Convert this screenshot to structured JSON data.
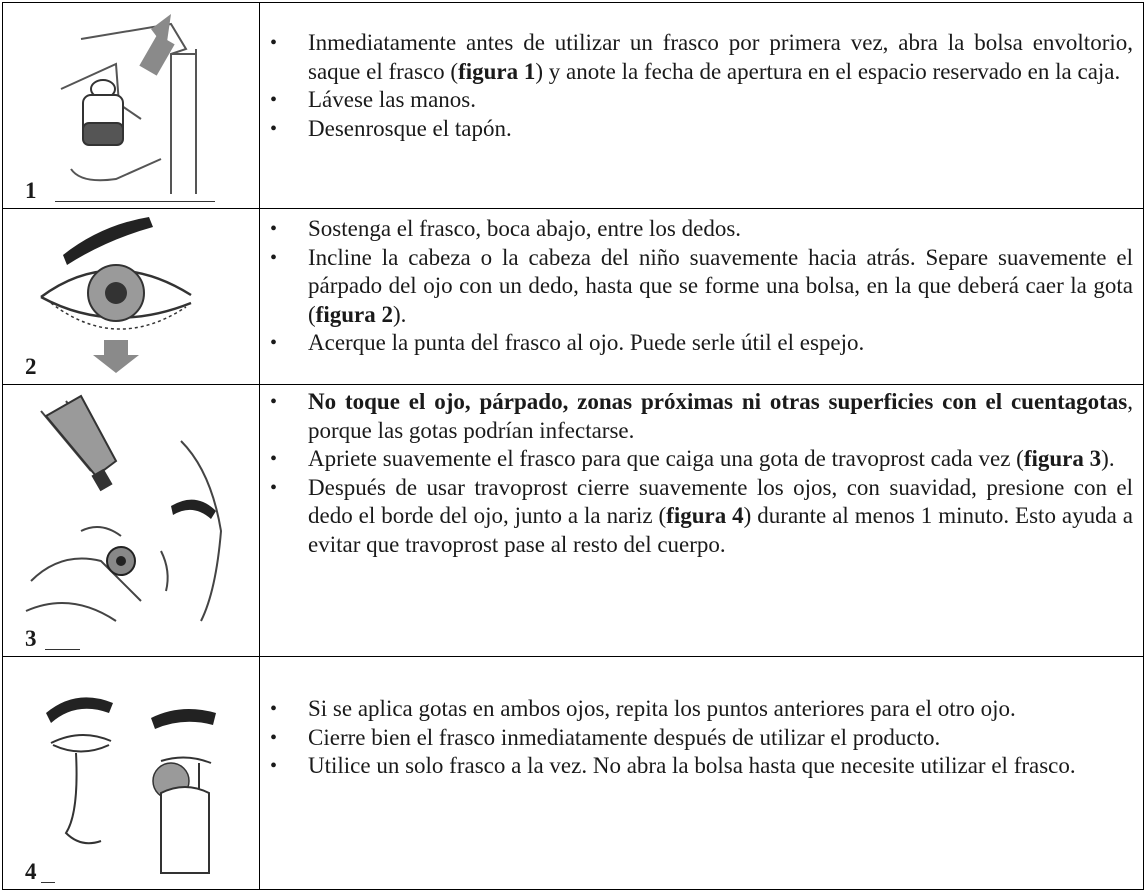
{
  "rows": [
    {
      "number": "1",
      "illustration": "bottle-removed-from-pouch-icon",
      "bullets": [
        [
          {
            "t": "Inmediatamente antes de utilizar un frasco por primera vez, abra la bolsa envoltorio, saque el frasco ("
          },
          {
            "t": "figura 1",
            "b": true
          },
          {
            "t": ") y anote la fecha de apertura en el espacio reservado en la caja."
          }
        ],
        [
          {
            "t": "Lávese las manos."
          }
        ],
        [
          {
            "t": "Desenrosque el tapón."
          }
        ]
      ]
    },
    {
      "number": "2",
      "illustration": "eye-with-lowered-lid-icon",
      "bullets": [
        [
          {
            "t": "Sostenga el frasco, boca abajo, entre los dedos."
          }
        ],
        [
          {
            "t": "Incline la cabeza o la cabeza del niño suavemente hacia atrás. Separe suavemente el párpado del ojo con un dedo, hasta que se forme una bolsa, en la que deberá caer la gota ("
          },
          {
            "t": "figura 2",
            "b": true
          },
          {
            "t": ")."
          }
        ],
        [
          {
            "t": "Acerque la punta del frasco al ojo. Puede serle útil el espejo."
          }
        ]
      ]
    },
    {
      "number": "3",
      "illustration": "dropper-applying-drop-icon",
      "bullets": [
        [
          {
            "t": "No toque el ojo, párpado, zonas próximas ni otras superficies con el cuentagotas",
            "b": true
          },
          {
            "t": ", porque las gotas podrían infectarse."
          }
        ],
        [
          {
            "t": "Apriete suavemente el frasco para que caiga una gota de travoprost cada vez ("
          },
          {
            "t": "figura 3",
            "b": true
          },
          {
            "t": ")."
          }
        ],
        [
          {
            "t": " Después de usar travoprost cierre suavemente los ojos, con suavidad, presione con el dedo el borde del ojo, junto a la nariz ("
          },
          {
            "t": "figura 4",
            "b": true
          },
          {
            "t": ") durante al menos 1 minuto. Esto ayuda a evitar que travoprost pase al resto del cuerpo."
          }
        ]
      ]
    },
    {
      "number": "4",
      "illustration": "finger-pressing-eye-corner-icon",
      "bullets": [
        [
          {
            "t": " Si se aplica gotas en ambos ojos, repita los puntos anteriores para el otro ojo."
          }
        ],
        [
          {
            "t": "Cierre bien el frasco inmediatamente después de utilizar el producto."
          }
        ],
        [
          {
            "t": "Utilice un solo frasco a la vez. No abra la bolsa hasta que necesite utilizar el frasco."
          }
        ]
      ]
    }
  ]
}
